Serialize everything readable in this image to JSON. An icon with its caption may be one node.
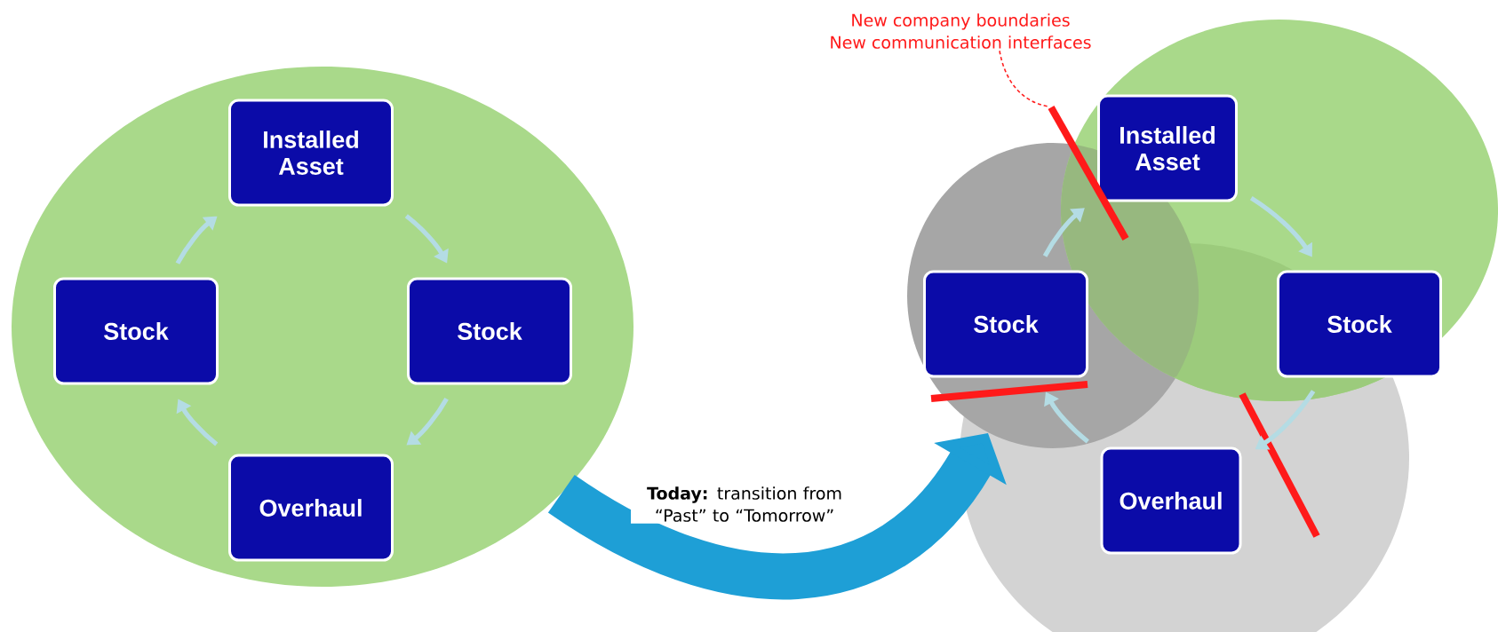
{
  "diagram": {
    "nodes": [
      {
        "text": [],
        "shape": "circle"
      },
      {
        "text": [
          "Installed Asset"
        ],
        "in": 0
      },
      {
        "text": [
          "Stock"
        ],
        "in": 0
      },
      {
        "text": [
          "Stock"
        ],
        "in": 0
      },
      {
        "text": [
          "Overhaul"
        ],
        "in": 0
      },
      {
        "text": [
          "Installed Asset"
        ]
      },
      {
        "text": [
          "Stock"
        ]
      },
      {
        "text": [
          "Stock"
        ]
      },
      {
        "text": [
          "Overhaul"
        ]
      },
      {
        "text": [
          "New company boundaries",
          "New communication interfaces"
        ]
      }
    ],
    "edges": [
      {
        "from": 1,
        "to": 3,
        "arrow": "to"
      },
      {
        "from": 3,
        "to": 4,
        "arrow": "to"
      },
      {
        "from": 4,
        "to": 2,
        "arrow": "to"
      },
      {
        "from": 2,
        "to": 1,
        "arrow": "to"
      },
      {
        "from": 5,
        "to": 7,
        "arrow": "to"
      },
      {
        "from": 7,
        "to": 8,
        "arrow": "to"
      },
      {
        "from": 8,
        "to": 6,
        "arrow": "to"
      },
      {
        "from": 6,
        "to": 5,
        "arrow": "to"
      },
      {
        "from": 0,
        "to": null,
        "arrow": "to",
        "label": "**Today:** transition from “Past” to “Tomorrow”",
        "style": "thick",
        "color": "#1e9fd6"
      },
      {
        "from": 9,
        "to": null,
        "arrow": "none",
        "style": "dashed",
        "color": "#ff2020"
      }
    ]
  }
}
